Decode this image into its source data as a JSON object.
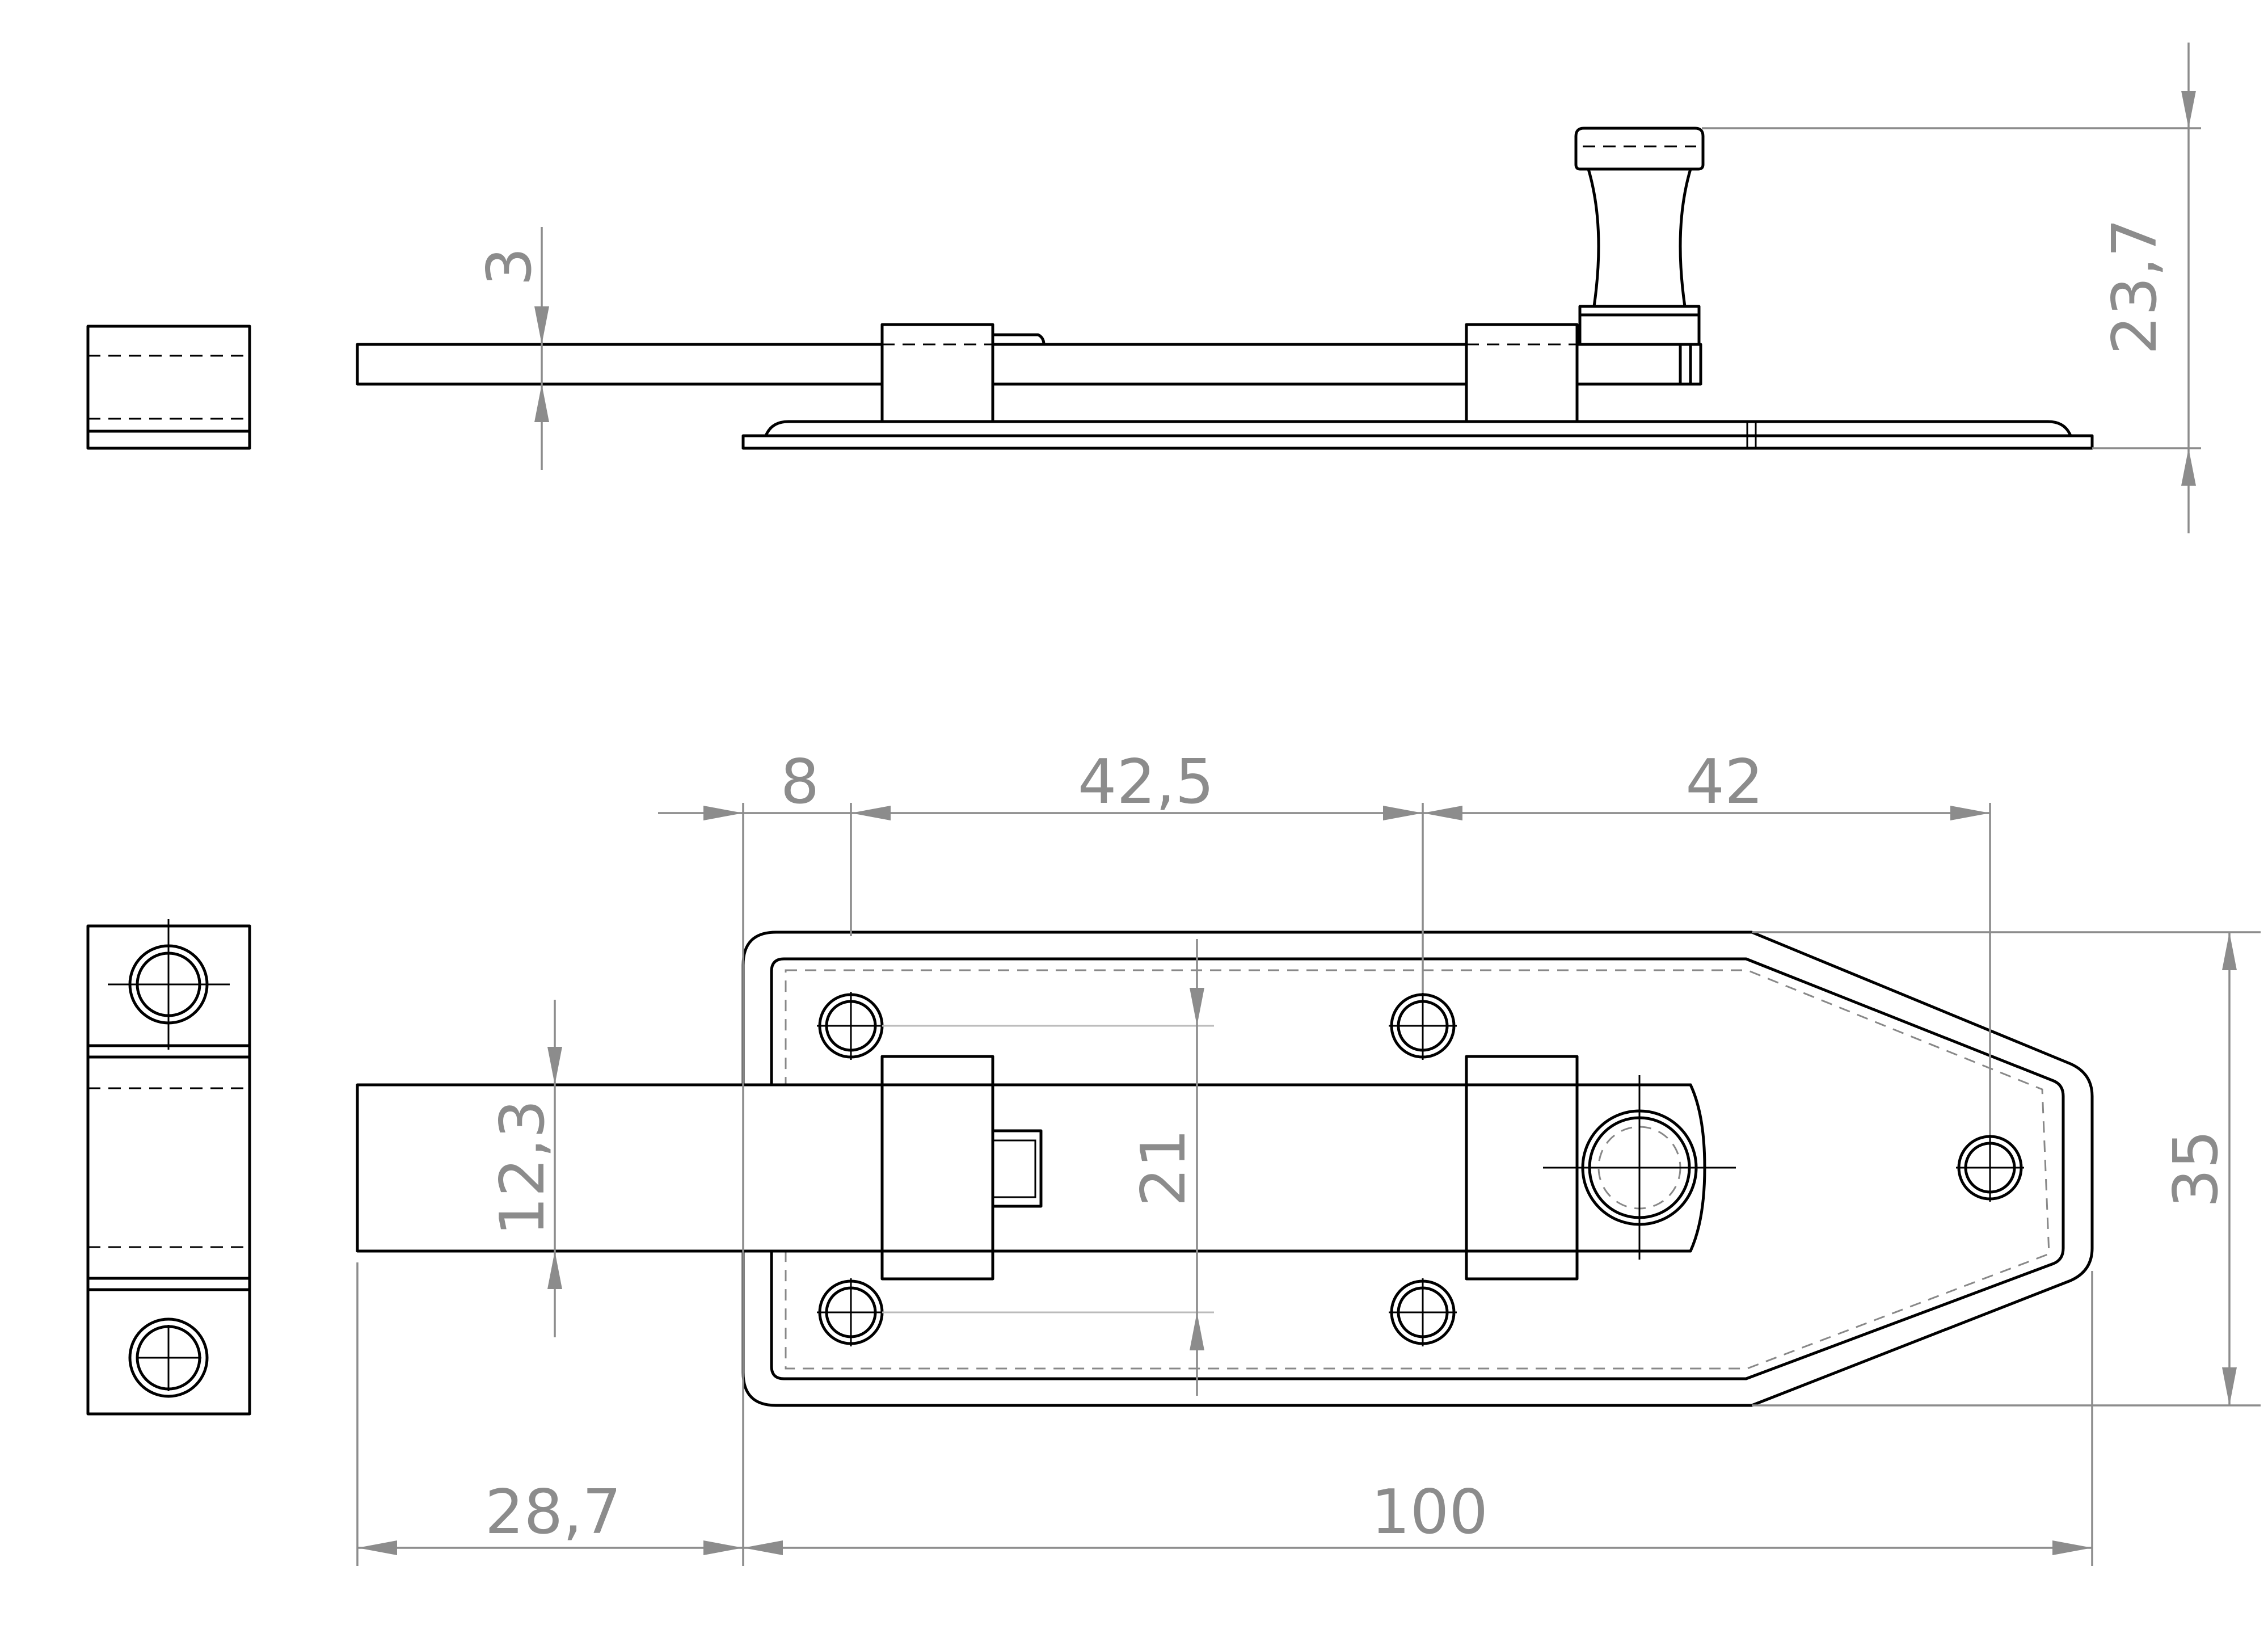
{
  "dimensions": {
    "side_thickness": "3",
    "side_height": "23,7",
    "top_offset_8": "8",
    "top_spacing_42_5": "42,5",
    "top_spacing_42": "42",
    "bolt_width": "12,3",
    "hole_spacing_vertical": "21",
    "plate_width": "35",
    "bolt_overhang": "28,7",
    "plate_length": "100"
  },
  "colors": {
    "outline": "#000000",
    "dimension": "#8c8c8c",
    "background": "#ffffff"
  }
}
